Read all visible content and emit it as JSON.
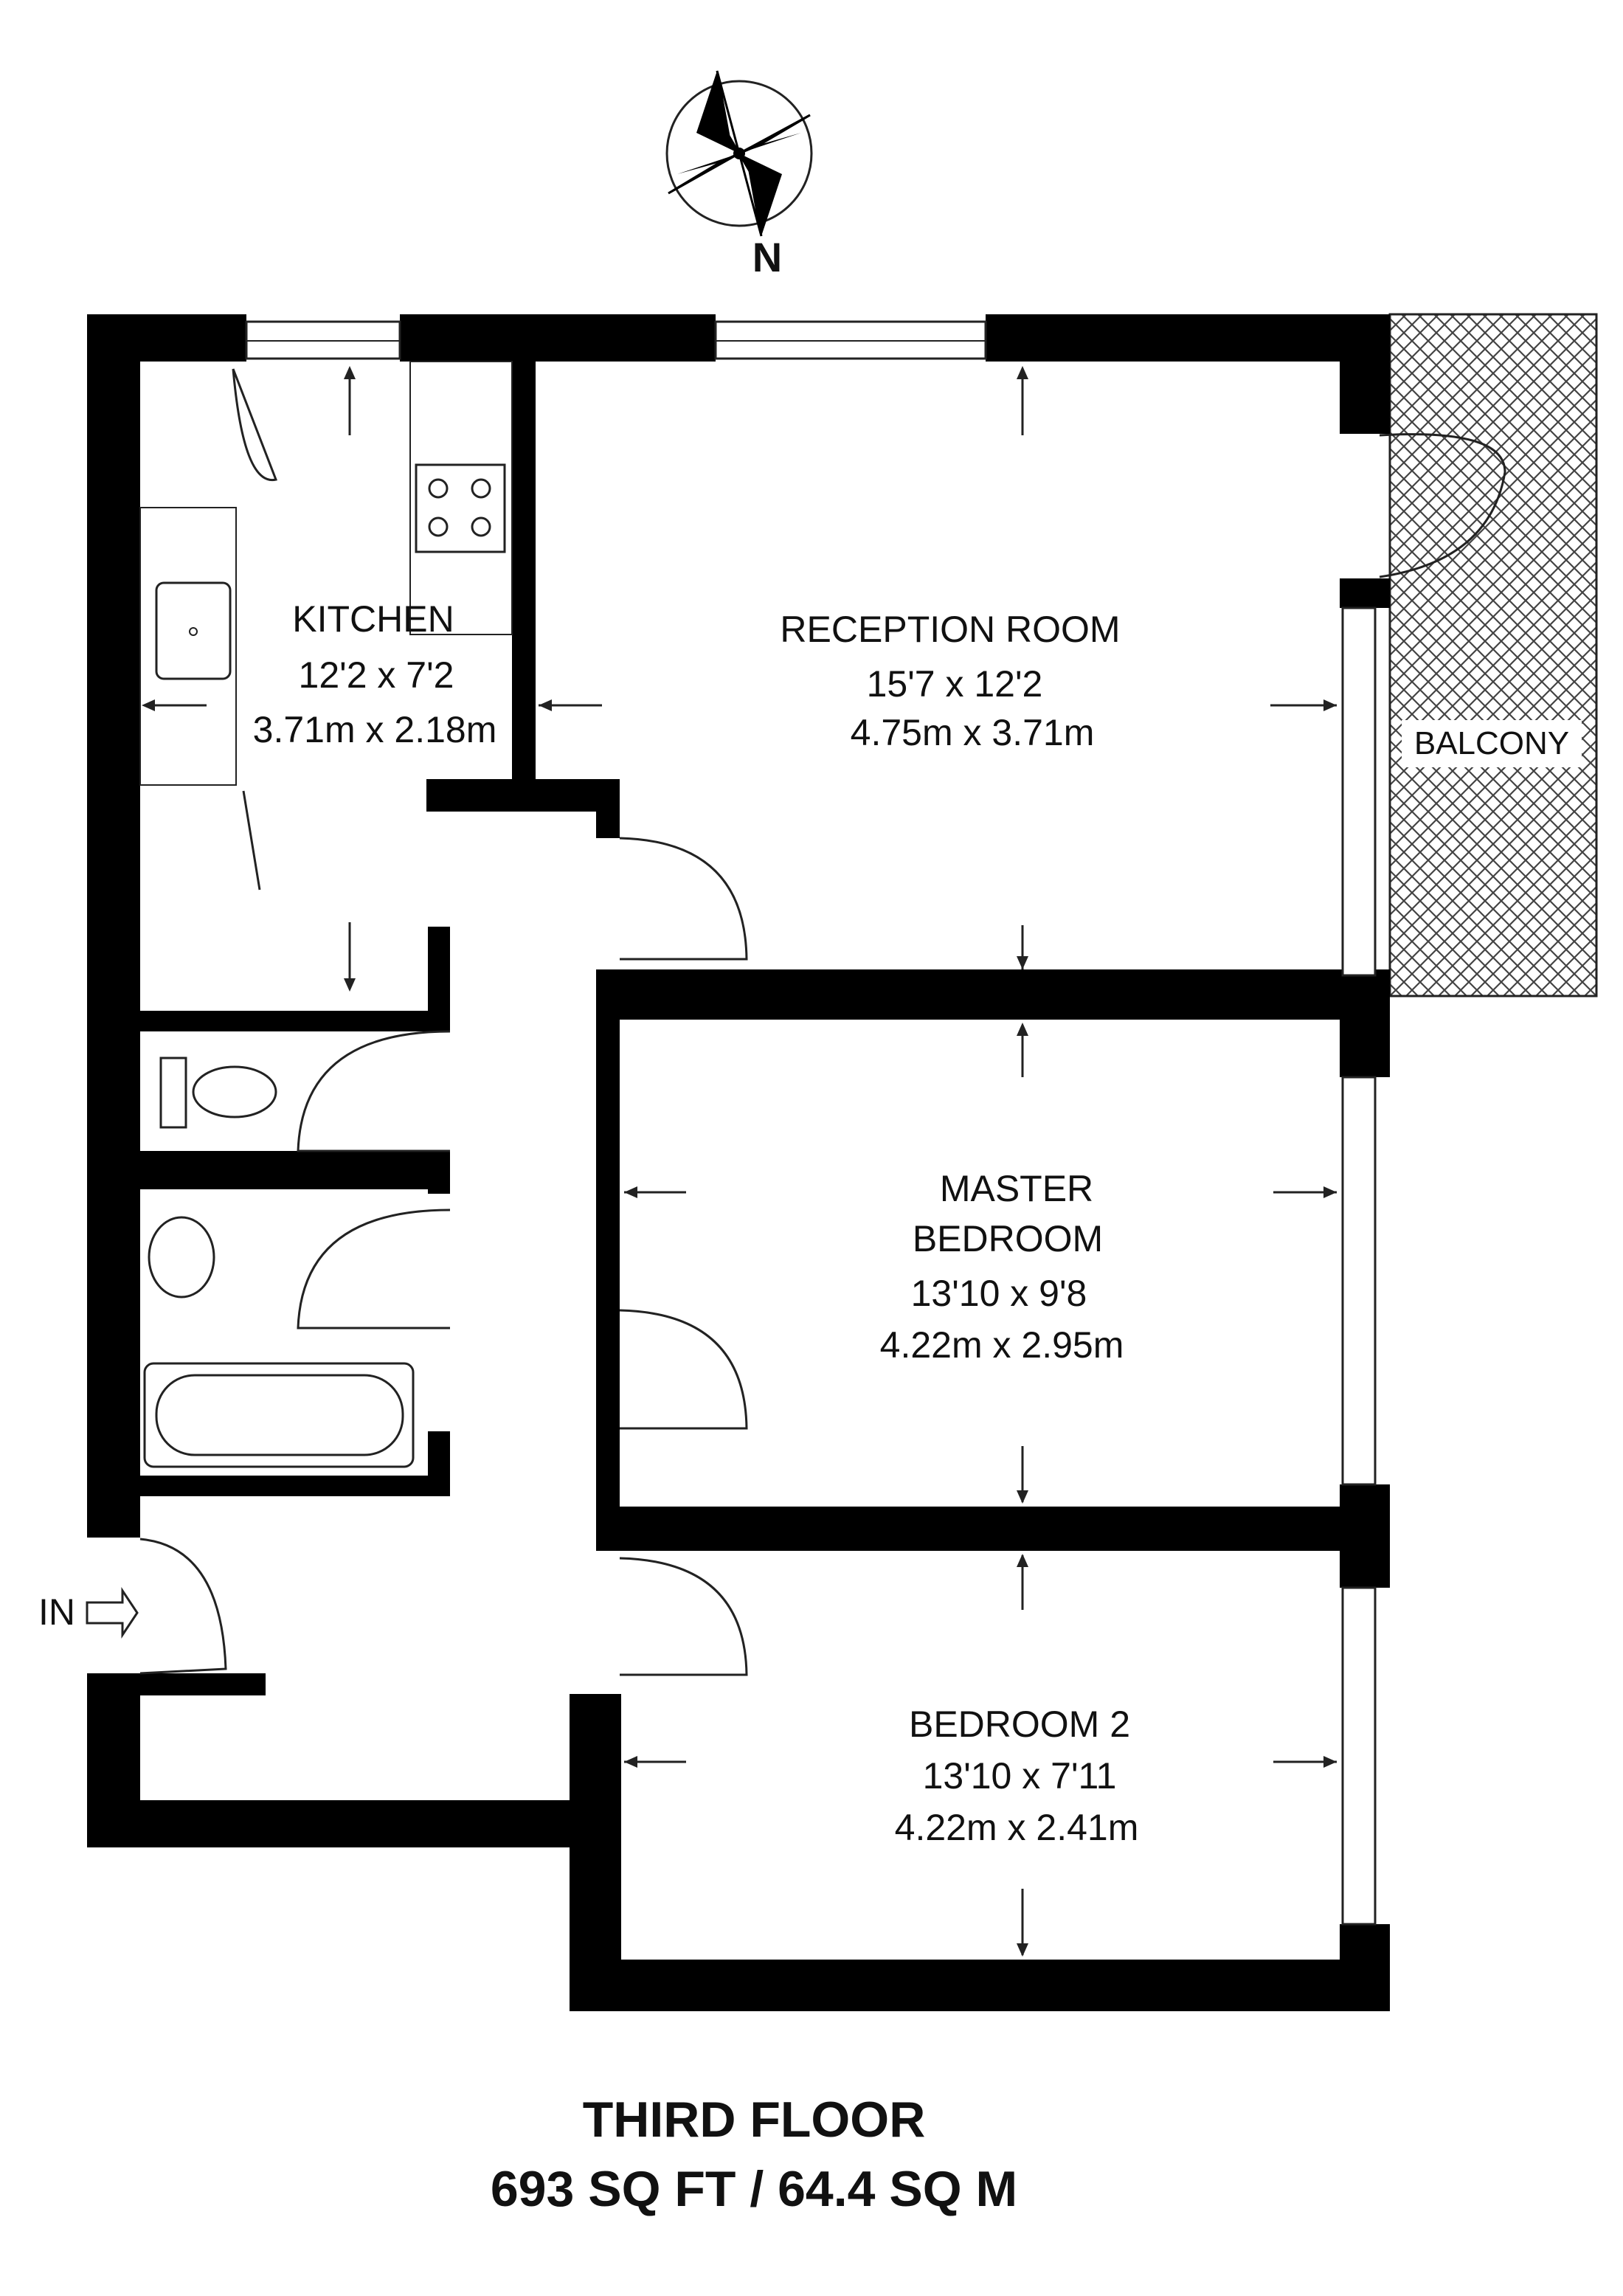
{
  "compass": {
    "label": "N"
  },
  "rooms": {
    "kitchen": {
      "name": "KITCHEN",
      "imperial": "12'2 x 7'2",
      "metric": "3.71m x 2.18m"
    },
    "reception": {
      "name": "RECEPTION ROOM",
      "imperial": "15'7 x 12'2",
      "metric": "4.75m x 3.71m"
    },
    "master": {
      "name_line1": "MASTER",
      "name_line2": "BEDROOM",
      "imperial": "13'10 x 9'8",
      "metric": "4.22m x 2.95m"
    },
    "bedroom2": {
      "name": "BEDROOM 2",
      "imperial": "13'10 x 7'11",
      "metric": "4.22m x 2.41m"
    }
  },
  "balcony": {
    "label": "BALCONY"
  },
  "entrance": {
    "label": "IN"
  },
  "footer": {
    "floor": "THIRD FLOOR",
    "area": "693 SQ FT / 64.4 SQ M"
  }
}
